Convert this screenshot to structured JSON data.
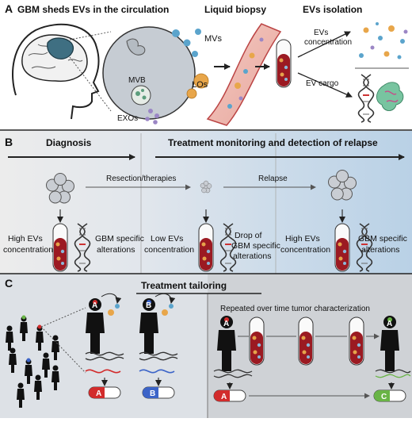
{
  "panels": {
    "a": {
      "letter": "A",
      "title_left": "GBM sheds EVs in the circulation",
      "title_mid": "Liquid biopsy",
      "title_right": "EVs isolation",
      "labels": {
        "mvs": "MVs",
        "los": "LOs",
        "mvb": "MVB",
        "exos": "EXOs",
        "evs_conc_line1": "EVs",
        "evs_conc_line2": "concentration",
        "ev_cargo": "EV cargo"
      }
    },
    "b": {
      "letter": "B",
      "diagnosis": "Diagnosis",
      "monitoring": "Treatment monitoring and detection of relapse",
      "resection": "Resection/therapies",
      "relapse": "Relapse",
      "high_evs_1": "High EVs",
      "concentration": "concentration",
      "gbm_specific": "GBM specific",
      "alterations": "alterations",
      "low_evs": "Low EVs",
      "drop_of": "Drop of",
      "colors": {
        "left_bg": "#ececec",
        "mid_bg": "#dde3ea",
        "right_bg": "#c5d9ea"
      }
    },
    "c": {
      "letter": "C",
      "treatment_tailoring": "Treatment tailoring",
      "repeated": "Repeated over time tumor characterization",
      "patient_a": "A",
      "patient_b": "B",
      "patient_c": "C",
      "colors": {
        "a": "#d22c2c",
        "b": "#3c64c8",
        "c": "#69b446"
      }
    }
  }
}
